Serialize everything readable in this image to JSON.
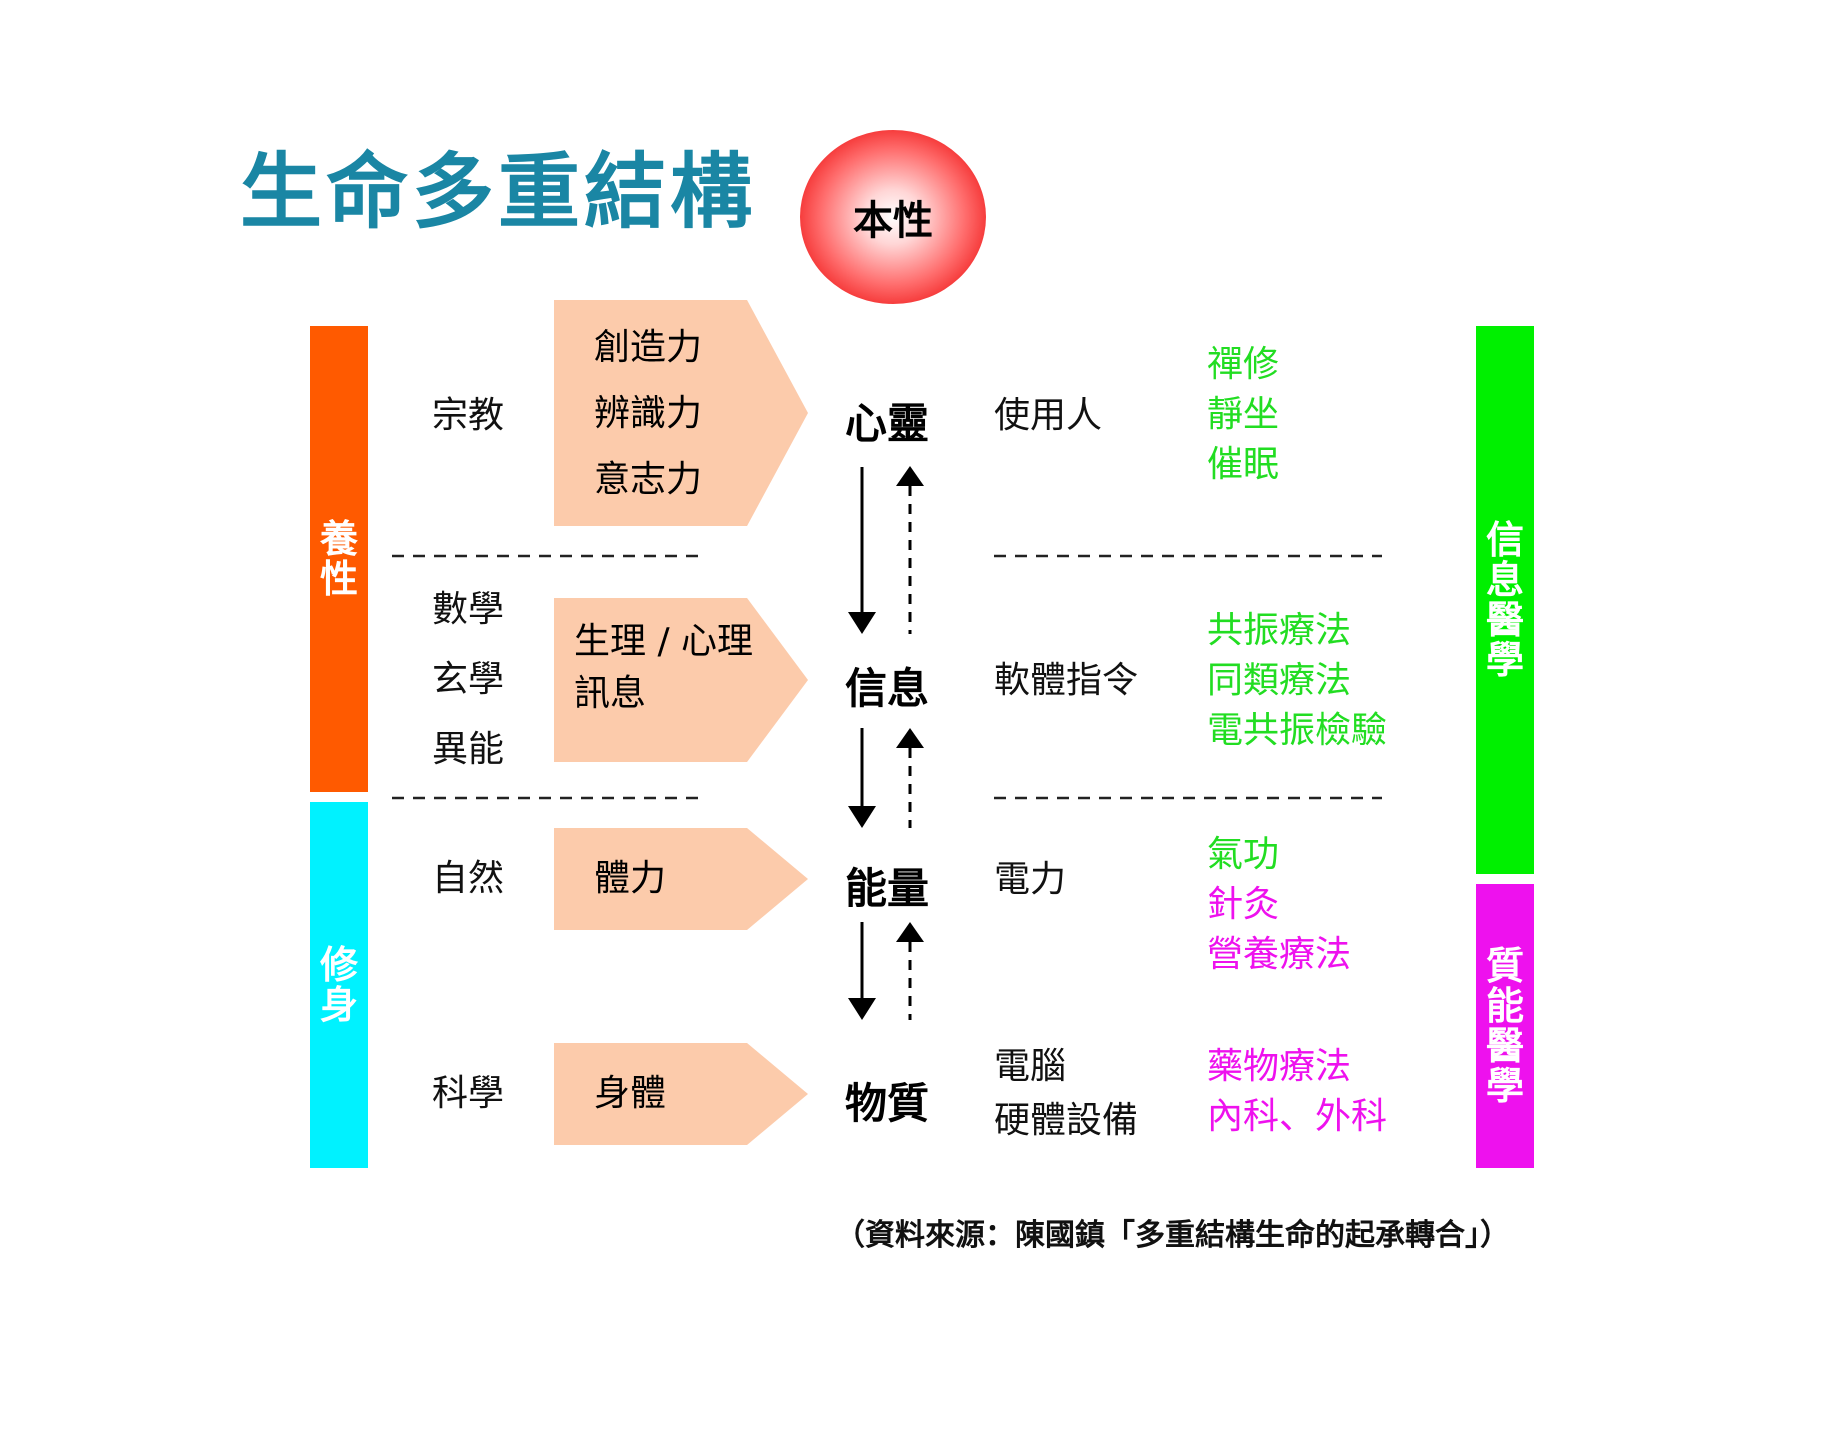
{
  "title": "生命多重結構",
  "nature": "本性",
  "left_bars": {
    "top": {
      "label": "養性",
      "color": "#ff5a00"
    },
    "bottom": {
      "label": "修身",
      "color": "#00f2ff"
    }
  },
  "right_bars": {
    "top": {
      "label": "信息醫學",
      "color": "#00f000"
    },
    "bottom": {
      "label": "質能醫學",
      "color": "#ee11ee"
    }
  },
  "rows": [
    {
      "left": [
        "宗教"
      ],
      "box": [
        "創造力",
        "辨識力",
        "意志力"
      ],
      "center": "心靈",
      "right": [
        "使用人"
      ],
      "therapies": [
        {
          "text": "禪修",
          "tone": "green"
        },
        {
          "text": "靜坐",
          "tone": "green"
        },
        {
          "text": "催眠",
          "tone": "green"
        }
      ]
    },
    {
      "left": [
        "數學",
        "玄學",
        "異能"
      ],
      "box": [
        "生理 / 心理",
        "訊息"
      ],
      "center": "信息",
      "right": [
        "軟體指令"
      ],
      "therapies": [
        {
          "text": "共振療法",
          "tone": "green"
        },
        {
          "text": "同類療法",
          "tone": "green"
        },
        {
          "text": "電共振檢驗",
          "tone": "green"
        }
      ]
    },
    {
      "left": [
        "自然"
      ],
      "box": [
        "體力"
      ],
      "center": "能量",
      "right": [
        "電力"
      ],
      "therapies": [
        {
          "text": "氣功",
          "tone": "green"
        },
        {
          "text": "針灸",
          "tone": "magenta"
        },
        {
          "text": "營養療法",
          "tone": "magenta"
        }
      ]
    },
    {
      "left": [
        "科學"
      ],
      "box": [
        "身體"
      ],
      "center": "物質",
      "right": [
        "電腦",
        "硬體設備"
      ],
      "therapies": [
        {
          "text": "藥物療法",
          "tone": "magenta"
        },
        {
          "text": "內科、外科",
          "tone": "magenta"
        }
      ]
    }
  ],
  "source": "（資料來源：陳國鎮「多重結構生命的起承轉合」）"
}
